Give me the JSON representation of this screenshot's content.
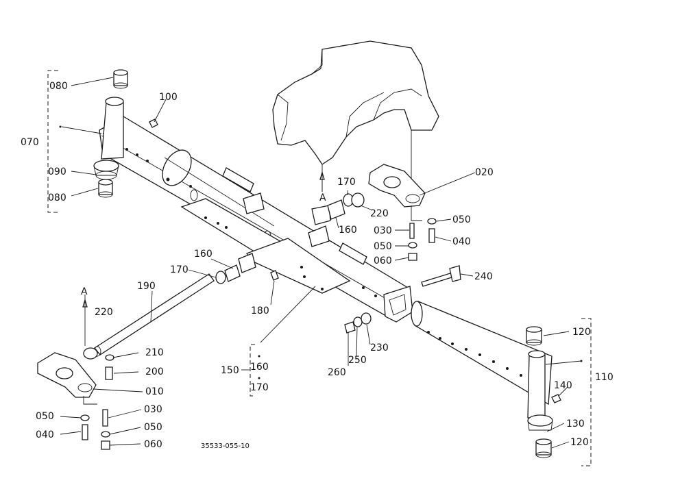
{
  "labels": {
    "p010": "010",
    "p020": "020",
    "p030a": "030",
    "p030b": "030",
    "p040a": "040",
    "p040b": "040",
    "p050a": "050",
    "p050b": "050",
    "p050c": "050",
    "p050d": "050",
    "p060a": "060",
    "p060b": "060",
    "p070": "070",
    "p080a": "080",
    "p080b": "080",
    "p090": "090",
    "p100": "100",
    "p110": "110",
    "p120a": "120",
    "p120b": "120",
    "p130": "130",
    "p140": "140",
    "p150": "150",
    "p160a": "160",
    "p160b": "160",
    "p160c": "160",
    "p170a": "170",
    "p170b": "170",
    "p170c": "170",
    "p180": "180",
    "p190": "190",
    "p200": "200",
    "p210": "210",
    "p220a": "220",
    "p220b": "220",
    "p230": "230",
    "p240": "240",
    "p250": "250",
    "p260": "260",
    "markA1": "A",
    "markA2": "A"
  },
  "drawing_code": "35533-055-10"
}
